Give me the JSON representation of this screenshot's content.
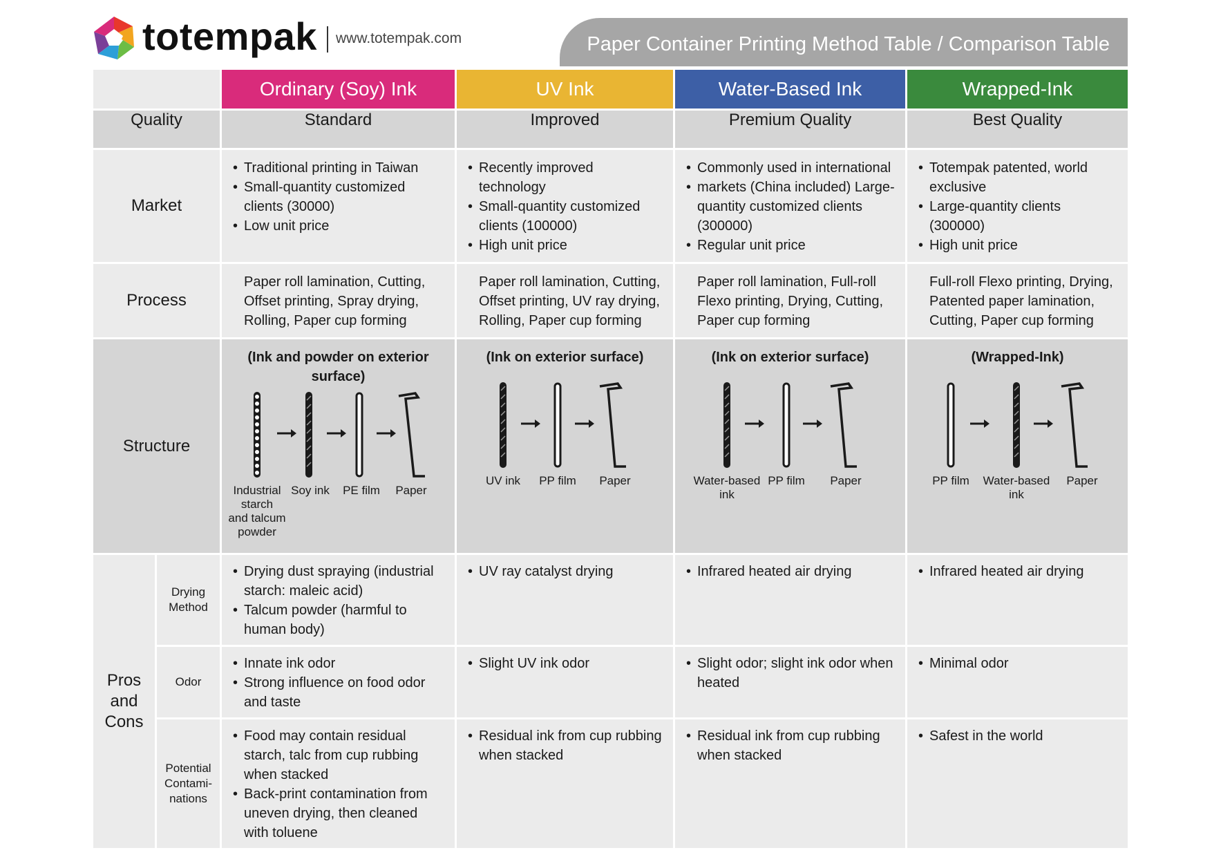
{
  "header": {
    "brand": "totempak",
    "url": "www.totempak.com",
    "title": "Paper Container Printing Method Table / Comparison Table",
    "colors": [
      "#e8382c",
      "#f2a51f",
      "#6cbd45",
      "#2d9fd8",
      "#7a3f98",
      "#d92b7b"
    ]
  },
  "columns": {
    "soy": "Ordinary (Soy) Ink",
    "uv": "UV Ink",
    "water": "Water-Based Ink",
    "wrap": "Wrapped-Ink"
  },
  "colors": {
    "soy": "#d92b7b",
    "uv": "#e9b533",
    "water": "#3d5fa6",
    "wrap": "#3a8a3d"
  },
  "quality": {
    "label": "Quality",
    "soy": "Standard",
    "uv": "Improved",
    "water": "Premium Quality",
    "wrap": "Best Quality"
  },
  "market": {
    "label": "Market",
    "soy": [
      "Traditional printing in Taiwan",
      "Small-quantity customized clients (30000)",
      "Low unit price"
    ],
    "uv": [
      "Recently improved technology",
      "Small-quantity customized clients (100000)",
      "High unit price"
    ],
    "water": [
      "Commonly used in international",
      "markets (China included) Large-quantity customized clients (300000)",
      "Regular unit price"
    ],
    "wrap": [
      "Totempak patented, world exclusive",
      "Large-quantity clients (300000)",
      "High unit price"
    ]
  },
  "process": {
    "label": "Process",
    "soy": "Paper roll lamination, Cutting, Offset printing, Spray drying, Rolling, Paper cup forming",
    "uv": "Paper roll lamination, Cutting, Offset printing, UV ray drying, Rolling, Paper cup forming",
    "water": "Paper roll lamination, Full-roll Flexo printing, Drying, Cutting, Paper cup forming",
    "wrap": "Full-roll Flexo printing, Drying, Patented paper lamination, Cutting, Paper cup forming"
  },
  "structure": {
    "label": "Structure",
    "soy": {
      "title": "(Ink and powder on exterior surface)",
      "layers": [
        "Industrial starch and talcum powder",
        "Soy ink",
        "PE film",
        "Paper"
      ]
    },
    "uv": {
      "title": "(Ink on exterior surface)",
      "layers": [
        "UV ink",
        "PP film",
        "Paper"
      ]
    },
    "water": {
      "title": "(Ink on exterior surface)",
      "layers": [
        "Water-based ink",
        "PP film",
        "Paper"
      ]
    },
    "wrap": {
      "title": "(Wrapped-Ink)",
      "layers": [
        "PP film",
        "Water-based ink",
        "Paper"
      ]
    }
  },
  "pros_cons": {
    "label": "Pros and Cons",
    "drying_label": "Drying Method",
    "odor_label": "Odor",
    "contam_label": "Potential Contami- nations",
    "soy": {
      "drying": [
        "Drying dust spraying (industrial starch: maleic acid)",
        "Talcum powder (harmful to human body)"
      ],
      "odor": [
        "Innate ink odor",
        "Strong influence on food odor and taste"
      ],
      "contam": [
        "Food may contain residual starch, talc from cup rubbing when stacked",
        "Back-print contamination from uneven drying, then cleaned with toluene"
      ]
    },
    "uv": {
      "drying": [
        "UV ray catalyst drying"
      ],
      "odor": [
        "Slight UV ink odor"
      ],
      "contam": [
        "Residual ink from cup rubbing when stacked"
      ]
    },
    "water": {
      "drying": [
        "Infrared heated air drying"
      ],
      "odor": [
        "Slight odor; slight ink odor when heated"
      ],
      "contam": [
        "Residual ink from cup rubbing when stacked"
      ]
    },
    "wrap": {
      "drying": [
        "Infrared heated air drying"
      ],
      "odor": [
        "Minimal odor"
      ],
      "contam": [
        "Safest in the world"
      ]
    }
  }
}
